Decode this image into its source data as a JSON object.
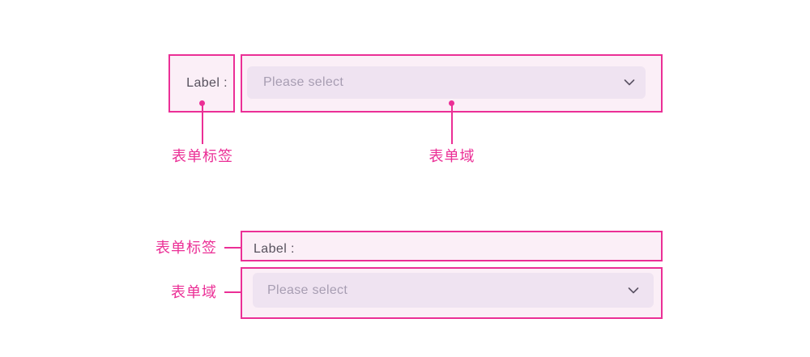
{
  "colors": {
    "accent": "#eb2f96",
    "box_fill": "#fbeff7",
    "control_fill": "#efe3f1",
    "label_text": "#57515d",
    "placeholder_text": "#a79db2",
    "chevron": "#5b5364",
    "background": "#ffffff"
  },
  "horizontal_spec": {
    "label_box": {
      "text": "Label :"
    },
    "field_box": {
      "placeholder": "Please select",
      "chevron_icon": "chevron-down"
    },
    "caption_label": "表单标签",
    "caption_field": "表单域"
  },
  "vertical_spec": {
    "caption_label": "表单标签",
    "caption_field": "表单域",
    "label_box": {
      "text": "Label :"
    },
    "field_box": {
      "placeholder": "Please select",
      "chevron_icon": "chevron-down"
    }
  }
}
